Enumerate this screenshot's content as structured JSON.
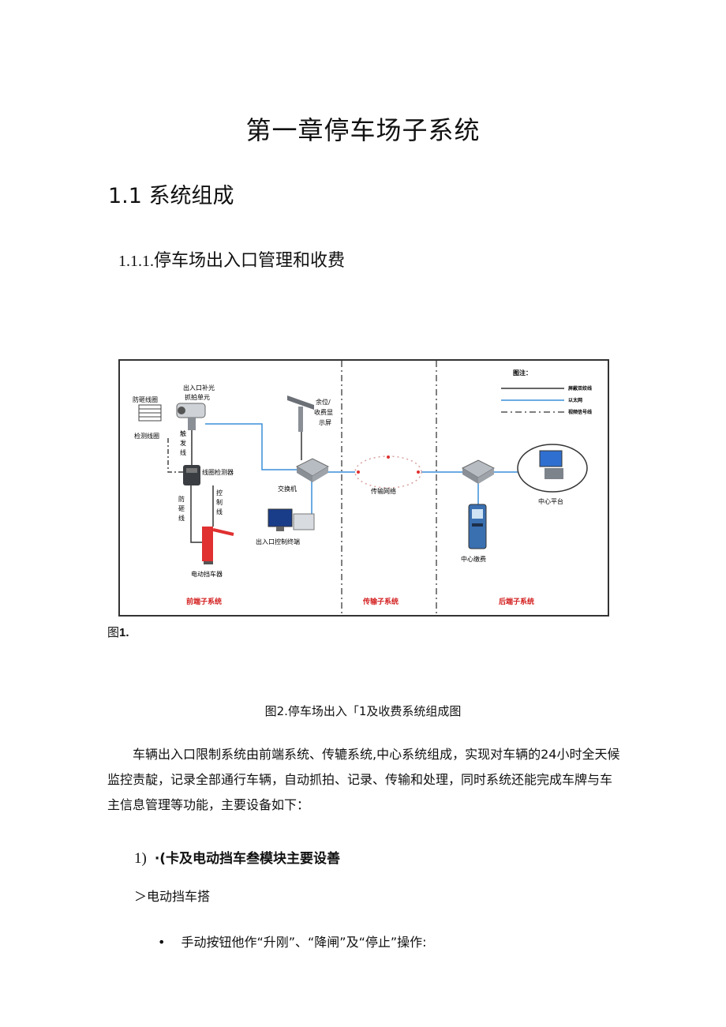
{
  "chapter_title": "第一章停车场子系统",
  "section_title": "1.1 系统组成",
  "subsection": {
    "number": "1.1.1.",
    "title": "停车场出入口管理和收费"
  },
  "diagram": {
    "labels": {
      "anti_smash_coil": "防砸线圈",
      "detect_coil": "检测线圈",
      "capture_unit_1": "出入口补光",
      "capture_unit_2": "抓拍单元",
      "trigger_1": "触",
      "trigger_2": "发",
      "trigger_3": "线",
      "coil_detector": "线圈检测器",
      "anti_smash_wire_1": "防",
      "anti_smash_wire_2": "砸",
      "anti_smash_wire_3": "线",
      "control_wire_1": "控",
      "control_wire_2": "制",
      "control_wire_3": "线",
      "barrier": "电动挡车器",
      "display_1": "余位/",
      "display_2": "收费显",
      "display_3": "示屏",
      "switch": "交换机",
      "control_terminal": "出入口控制终端",
      "transport_network": "传输网络",
      "center_payment": "中心缴费",
      "center_platform": "中心平台",
      "legend_title": "图注：",
      "legend_1": "屏蔽双绞线",
      "legend_2": "以太网",
      "legend_3": "视频信号线"
    },
    "subsystems": [
      "前端子系统",
      "传输子系统",
      "后端子系统"
    ],
    "colors": {
      "subsystem_label": "#d42020",
      "ethernet": "#3a8fd8",
      "barrier": "#e03030",
      "frame": "#333333"
    }
  },
  "figure1_caption": {
    "prefix": "图",
    "number": "1."
  },
  "figure2_caption": "图2.停车场出入「1及收费系统组成图",
  "paragraph": "车辆出入口限制系统由前端系统、传辘系统,中心系统组成，实现对车辆的24小时全天候监控责靛，记录全部通行车辆，自动抓拍、记录、传输和处理，同时系统还能完成车牌与车主信息管理等功能，主要设备如下：",
  "list_item_1": {
    "number": "1)",
    "text": "·(卡及电动挡车叁模块主要设善"
  },
  "list_item_2": "＞电动挡车搭",
  "bullet_item": {
    "bullet": "•",
    "text": "手动按钮他作“升刚”、“降闸”及“停止”操作:"
  }
}
